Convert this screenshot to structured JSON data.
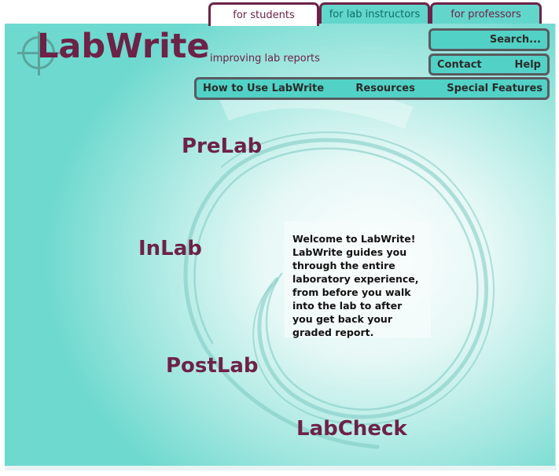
{
  "tabs": {
    "students": "for students",
    "instructors": "for lab instructors",
    "professors": "for professors"
  },
  "logo": {
    "name": "LabWrite",
    "tagline": "improving lab reports"
  },
  "utility": {
    "search": "Search...",
    "contact": "Contact",
    "help": "Help"
  },
  "nav": {
    "how_to": "How to Use LabWrite",
    "resources": "Resources",
    "special": "Special Features"
  },
  "steps": {
    "prelab": "PreLab",
    "inlab": "InLab",
    "postlab": "PostLab",
    "labcheck": "LabCheck"
  },
  "welcome": {
    "text": "Welcome to LabWrite! LabWrite guides you through the entire laboratory experience, from before you walk into the lab to after you get back your graded report."
  },
  "colors": {
    "brand": "#6d2247",
    "accent": "#52d2c6",
    "logo_mark": "#5aa49c"
  },
  "icons": {
    "logo_mark": "crosshair-circle-icon"
  }
}
